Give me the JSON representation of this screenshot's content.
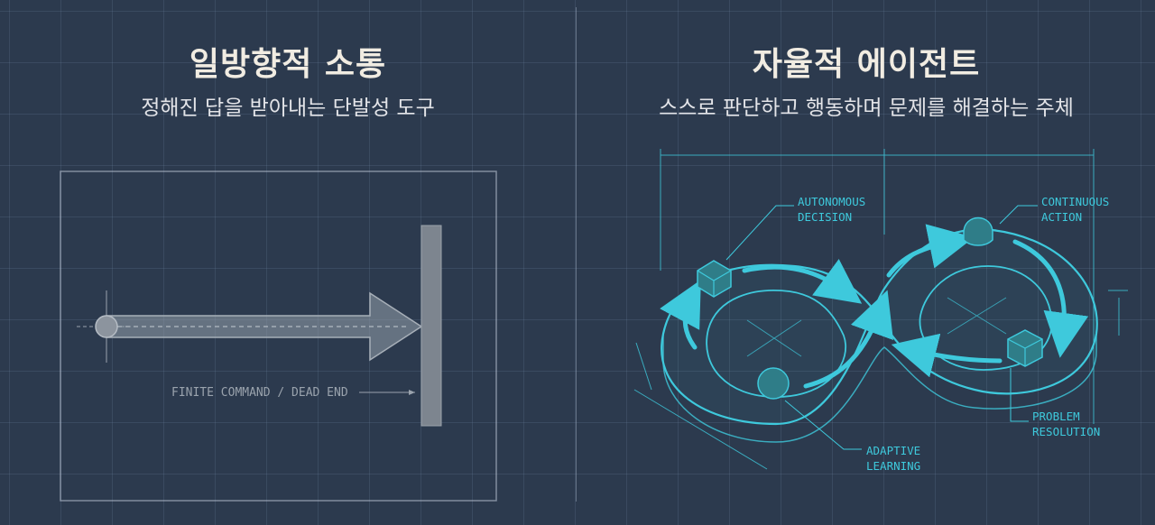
{
  "left": {
    "title": "일방향적 소통",
    "subtitle": "정해진 답을 받아내는 단발성 도구",
    "annotation": "FINITE COMMAND / DEAD END"
  },
  "right": {
    "title": "자율적 에이전트",
    "subtitle": "스스로 판단하고 행동하며 문제를 해결하는 주체",
    "labels": {
      "autonomous": [
        "AUTONOMOUS",
        "DECISION"
      ],
      "continuous": [
        "CONTINUOUS",
        "ACTION"
      ],
      "adaptive": [
        "ADAPTIVE",
        "LEARNING"
      ],
      "problem": [
        "PROBLEM",
        "RESOLUTION"
      ]
    }
  },
  "colors": {
    "background": "#2c3a4e",
    "accent_cyan": "#3ec9dc",
    "title_cream": "#f1ece2",
    "muted_gray": "#9aa3ad"
  }
}
